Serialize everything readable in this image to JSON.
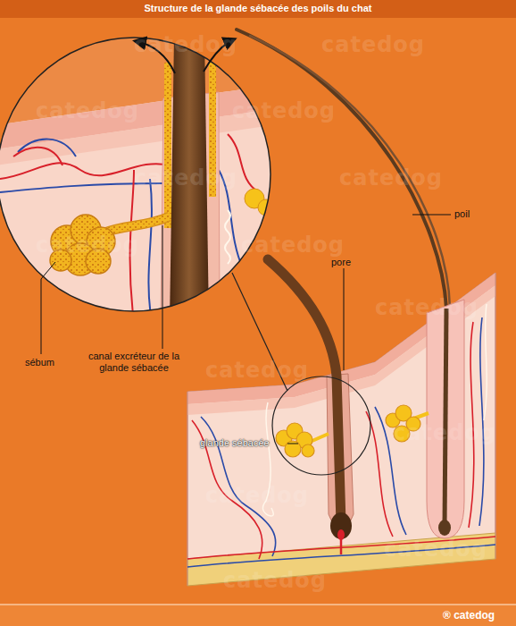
{
  "diagram": {
    "title": "Structure de la glande sébacée des poils du chat",
    "labels": [
      "poil",
      "pore",
      "sébum",
      "canal excréteur de la glande sébacée",
      "glande sébacée",
      "catedog",
      "catedog",
      "catedog",
      "catedog",
      "catedog",
      "catedog",
      "catedog",
      "catedog",
      "catedog",
      "catedog",
      "catedog",
      "catedog",
      "catedog",
      "catedog",
      "® catedog"
    ]
  }
}
